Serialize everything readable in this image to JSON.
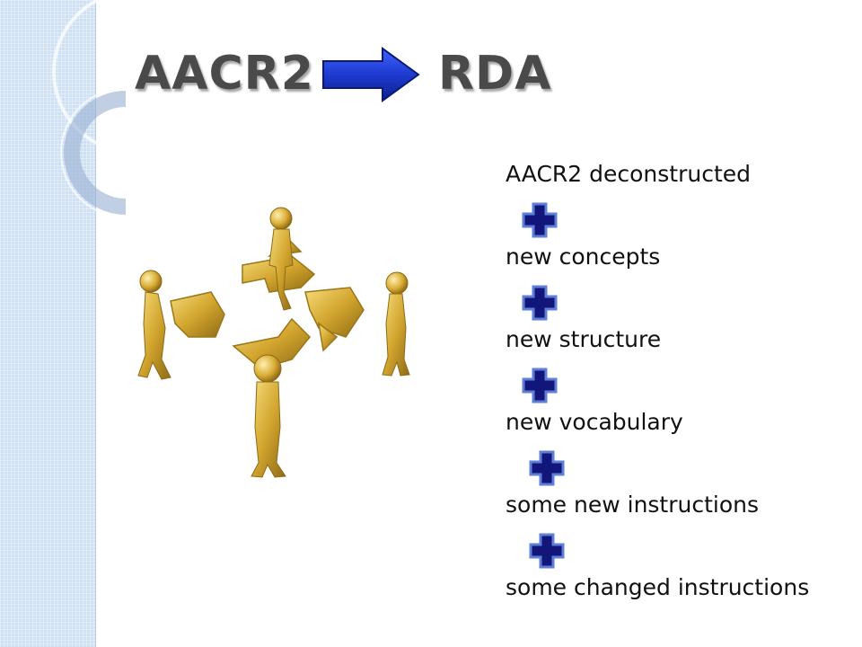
{
  "slide": {
    "title": {
      "from": "AACR2",
      "to": "RDA",
      "arrow_color": "#1f3fbf"
    },
    "items": [
      "AACR2 deconstructed",
      "new concepts",
      "new structure",
      "new vocabulary",
      "some new instructions",
      "some changed instructions"
    ],
    "illustration": "gold-figures-assembling-arrow-puzzle",
    "colors": {
      "band": "#cfe0f4",
      "plus_fill": "#12167a",
      "plus_outline": "#5f7fd6",
      "gold": "#d2a52e"
    }
  }
}
